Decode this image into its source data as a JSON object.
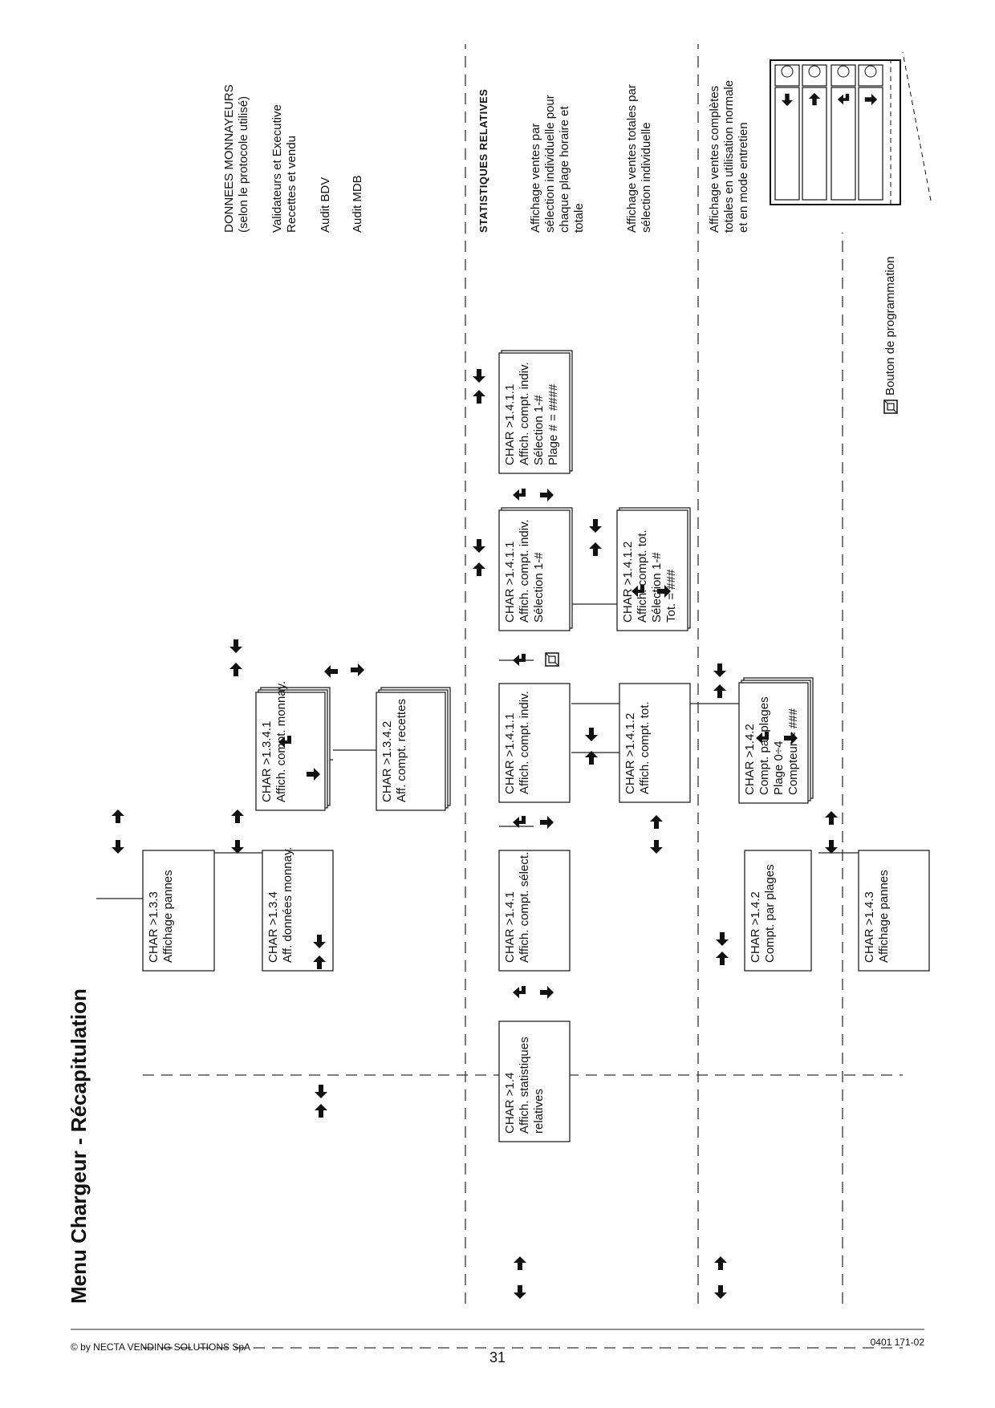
{
  "title": "Menu Chargeur - Récapitulation",
  "footer": {
    "copyright": "© by NECTA VENDING SOLUTIONS SpA",
    "page_number": "31",
    "doc_code": "0401  171-02"
  },
  "boxes": {
    "b133": [
      "CHAR >1.3.3",
      "Affichage pannes"
    ],
    "b134": [
      "CHAR >1.3.4",
      "Aff. données monnay."
    ],
    "b1341": [
      "CHAR >1.3.4.1",
      "Affich. compt. monnay."
    ],
    "b1342": [
      "CHAR >1.3.4.2",
      "Aff. compt. recettes"
    ],
    "b14": [
      "CHAR >1.4",
      "Affich. statistiques",
      "relatives"
    ],
    "b141": [
      "CHAR >1.4.1",
      "Affich. compt. sélect."
    ],
    "b1411": [
      "CHAR >1.4.1.1",
      "Affich. compt. indiv."
    ],
    "b1411s": [
      "CHAR >1.4.1.1",
      "Affich. compt. indiv.",
      "Sélection 1-#"
    ],
    "b1411p": [
      "CHAR >1.4.1.1",
      "Affich. compt. indiv.",
      "Sélection 1-#",
      "Plage  # = ####"
    ],
    "b1412": [
      "CHAR >1.4.1.2",
      "Affich. compt. tot."
    ],
    "b1412s": [
      "CHAR >1.4.1.2",
      "Affich. compt. tot.",
      "Sélection 1-#",
      "Tot. = ###"
    ],
    "b142": [
      "CHAR >1.4.2",
      "Compt. par plages"
    ],
    "b142s": [
      "CHAR >1.4.2",
      "Compt. par plages",
      "Plage  0÷4",
      "Compteur  =     ###"
    ],
    "b143": [
      "CHAR >1.4.3",
      "Affichage pannes"
    ]
  },
  "notes": {
    "monnayeurs": [
      "DONNEES MONNAYEURS",
      "(selon le protocole utilisé)"
    ],
    "validateurs": [
      "Validateurs et Executive",
      "Recettes et vendu"
    ],
    "audit_bdv": "Audit BDV",
    "audit_mdb": "Audit MDB",
    "stats_header": "STATISTIQUES RELATIVES",
    "ventes_indiv": [
      "Affichage ventes par",
      "sélection individuelle pour",
      "chaque plage horaire et",
      "totale"
    ],
    "ventes_tot": [
      "Affichage ventes totales par",
      "sélection individuelle"
    ],
    "ventes_completes": [
      "Affichage ventes  complètes",
      "totales en utilisation normale",
      "et en mode entretien"
    ],
    "bouton": "Bouton de programmation"
  },
  "icons": {
    "arrow_right": "arrow-right-icon",
    "arrow_left": "arrow-left-icon",
    "arrow_down": "arrow-down-icon",
    "arrow_up_return": "arrow-up-return-icon",
    "programming_button": "programming-button-icon"
  }
}
